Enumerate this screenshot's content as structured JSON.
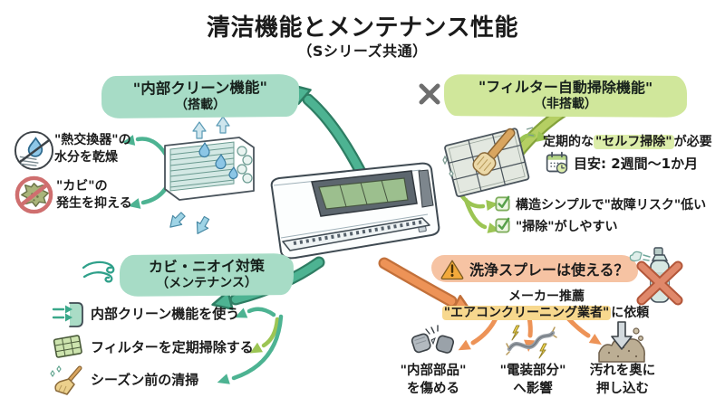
{
  "title": "清洁機能とメンテナンス性能",
  "subtitle": "（Sシリーズ共通）",
  "colors": {
    "teal_highlight": "#a7dcc6",
    "green_highlight": "#d0e79b",
    "peach_highlight": "#f6c3a3",
    "yellow_highlight": "#f7d88e",
    "teal_arrow": "#4db392",
    "green_arrow": "#b5cf63",
    "orange_arrow": "#ed9357",
    "check_green": "#5aa63c",
    "cross_gray": "#6e6e6e"
  },
  "internal_clean": {
    "badge_title": "\"内部クリーン機能\"",
    "badge_sub": "（搭載）",
    "status_icon": "check-icon",
    "items": [
      {
        "icon": "dry-moisture-icon",
        "text": "\"熱交換器\"の\n水分を乾燥"
      },
      {
        "icon": "no-mold-icon",
        "text": "\"カビ\"の\n発生を抑える"
      }
    ]
  },
  "filter_auto": {
    "badge_title": "\"フィルター自動掃除機能\"",
    "badge_sub": "（非搭載）",
    "status_icon": "cross-icon",
    "need_pre": "定期的な",
    "need_highlight": "\"セルフ掃除\"",
    "need_post": "が必要",
    "guide_icon": "calendar-clock-icon",
    "guide": "目安: 2週間〜1か月",
    "checks": [
      "構造シンプルで\"故障リスク\"低い",
      "\"掃除\"がしやすい"
    ]
  },
  "mold_odor": {
    "badge_icon": "wind-icon",
    "badge_title": "カビ・ニオイ対策",
    "badge_sub": "（メンテナンス）",
    "items": [
      {
        "icon": "internal-clean-mode-icon",
        "text": "内部クリーン機能を使う"
      },
      {
        "icon": "filter-grid-icon",
        "text": "フィルターを定期掃除する"
      },
      {
        "icon": "broom-icon",
        "text": "シーズン前の清掃"
      }
    ]
  },
  "spray": {
    "badge_icon": "warning-icon",
    "badge_title": "洗浄スプレーは使える？",
    "side_icon": "spray-can-crossed-icon",
    "note_line1": "メーカー推薦",
    "note_highlight": "\"エアコンクリーニング業者\"",
    "note_post": "に依頼",
    "risks": [
      {
        "icon": "broken-parts-icon",
        "text": "\"内部部品\"\nを傷める"
      },
      {
        "icon": "damaged-wiring-icon",
        "text": "\"電装部分\"\nへ影響"
      },
      {
        "icon": "push-dirt-icon",
        "text": "汚れを奥に\n押し込む"
      }
    ]
  }
}
